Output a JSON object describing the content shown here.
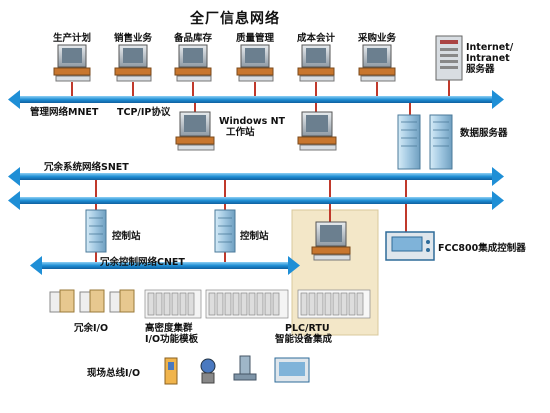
{
  "title": "全厂信息网络",
  "departments": [
    "生产计划",
    "销售业务",
    "备品库存",
    "质量管理",
    "成本会计",
    "采购业务"
  ],
  "internet_server_label_1": "Internet/",
  "internet_server_label_2": "Intranet",
  "internet_server_label_3": "服务器",
  "mgmt_network_label": "管理网络MNET",
  "tcp_label": "TCP/IP协议",
  "windows_nt_label_1": "Windows NT",
  "windows_nt_label_2": "工作站",
  "data_server_label": "数据服务器",
  "redundant_net_label": "冗余系统网络SNET",
  "control_station_label": "控制站",
  "fcc_label": "FCC800集成控制器",
  "redundant_control_net_label": "冗余控制网络CNET",
  "redundant_io_label": "冗余I/O",
  "high_density_label_1": "高密度集群",
  "high_density_label_2": "I/O功能模板",
  "plc_label_1": "PLC/RTU",
  "plc_label_2": "智能设备集成",
  "fieldbus_label": "现场总线I/O",
  "colors": {
    "bus": "#1f8fd6",
    "bus_light": "#bfe3f7",
    "monitor": "#a9b3bd",
    "keyboard": "#c8762e",
    "cabinet": "#9fc6e0",
    "panel_bg": "#f3e7c8"
  }
}
